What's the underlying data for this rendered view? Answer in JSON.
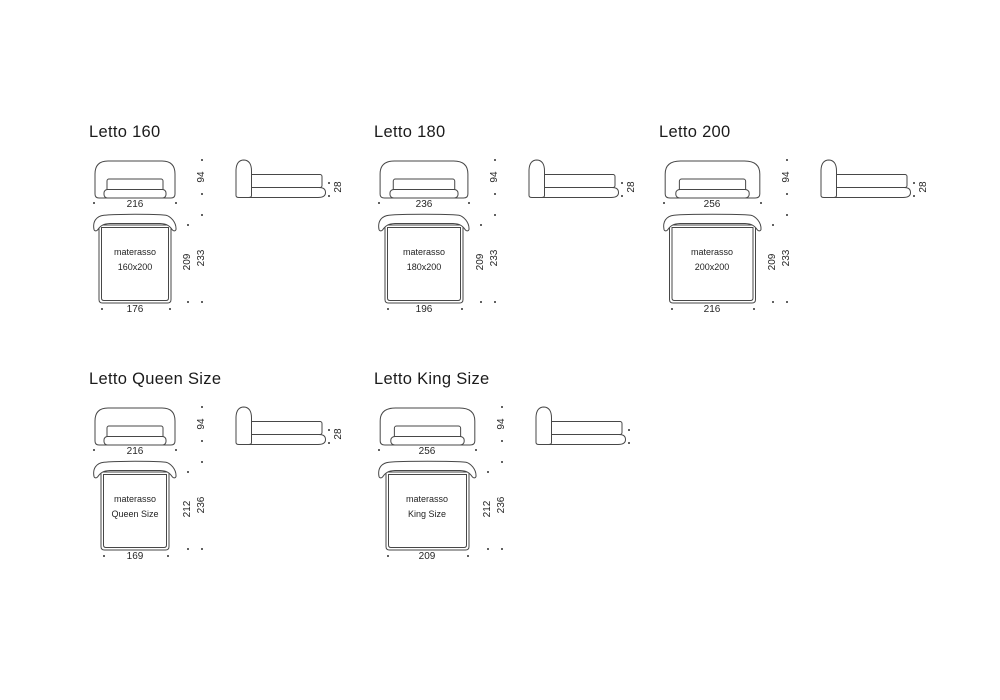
{
  "sheet": {
    "background": "#ffffff",
    "line_color": "#474747",
    "text_color": "#262626",
    "unit_note": ""
  },
  "beds": [
    {
      "id": "letto-160",
      "title": "Letto 160",
      "front_width": "216",
      "height": "94",
      "base_height": "28",
      "mattress_line1": "materasso",
      "mattress_line2": "160x200",
      "depth": "209",
      "total_depth": "233",
      "mattress_width": "176"
    },
    {
      "id": "letto-180",
      "title": "Letto 180",
      "front_width": "236",
      "height": "94",
      "base_height": "28",
      "mattress_line1": "materasso",
      "mattress_line2": "180x200",
      "depth": "209",
      "total_depth": "233",
      "mattress_width": "196"
    },
    {
      "id": "letto-200",
      "title": "Letto 200",
      "front_width": "256",
      "height": "94",
      "base_height": "28",
      "mattress_line1": "materasso",
      "mattress_line2": "200x200",
      "depth": "209",
      "total_depth": "233",
      "mattress_width": "216"
    },
    {
      "id": "letto-queen",
      "title": "Letto Queen Size",
      "front_width": "216",
      "height": "94",
      "base_height": "28",
      "mattress_line1": "materasso",
      "mattress_line2": "Queen Size",
      "depth": "212",
      "total_depth": "236",
      "mattress_width": "169"
    },
    {
      "id": "letto-king",
      "title": "Letto King Size",
      "front_width": "256",
      "height": "94",
      "base_height": "",
      "mattress_line1": "materasso",
      "mattress_line2": "King Size",
      "depth": "212",
      "total_depth": "236",
      "mattress_width": "209"
    }
  ]
}
